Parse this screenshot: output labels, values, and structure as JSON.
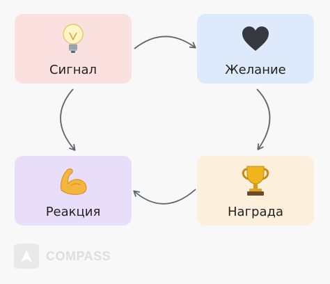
{
  "cards": [
    {
      "id": "signal",
      "label": "Сигнал",
      "icon": "lightbulb-icon",
      "color": "#fbe0e0"
    },
    {
      "id": "desire",
      "label": "Желание",
      "icon": "heart-icon",
      "color": "#ddeafb"
    },
    {
      "id": "reward",
      "label": "Награда",
      "icon": "trophy-icon",
      "color": "#fcefdc"
    },
    {
      "id": "reaction",
      "label": "Реакция",
      "icon": "flexed-biceps-icon",
      "color": "#e9defa"
    }
  ],
  "brand": {
    "name": "COMPASS"
  },
  "colors": {
    "arrow": "#5b6570",
    "heart": "#35393f",
    "background": "#f8f8f8"
  }
}
